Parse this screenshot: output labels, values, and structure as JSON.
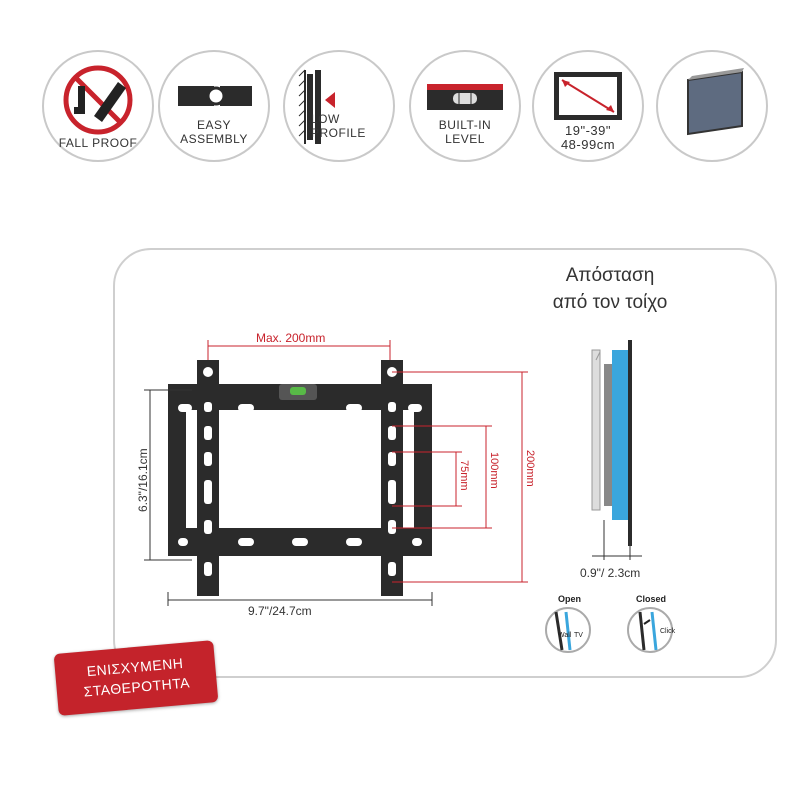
{
  "features": [
    {
      "icon": "fall-proof-icon",
      "label_lines": [
        "FALL PROOF"
      ]
    },
    {
      "icon": "easy-assembly-icon",
      "label_lines": [
        "EASY",
        "ASSEMBLY"
      ]
    },
    {
      "icon": "low-profile-icon",
      "label_lines": [
        "LOW",
        "PROFILE"
      ]
    },
    {
      "icon": "built-in-level-icon",
      "label_lines": [
        "BUILT-IN",
        "LEVEL"
      ]
    },
    {
      "icon": "screen-size-icon",
      "label_lines": [
        "19\"-39\"",
        "48-99cm"
      ]
    },
    {
      "icon": "flat-tv-icon",
      "label_lines": []
    }
  ],
  "diagram": {
    "max_width": "Max. 200mm",
    "height_dim": "6.3\"/16.1cm",
    "width_dim": "9.7\"/24.7cm",
    "vesa_75": "75mm",
    "vesa_100": "100mm",
    "vesa_200": "200mm"
  },
  "side_view": {
    "title_line1": "Απόσταση",
    "title_line2": "από τον τοίχο",
    "distance": "0.9\"/ 2.3cm",
    "open_label": "Open",
    "closed_label": "Closed",
    "wall_label": "Wall",
    "tv_label": "TV",
    "click_label": "Click"
  },
  "badge": {
    "line1": "ΕΝΙΣΧΥΜΕΝΗ",
    "line2": "ΣΤΑΘΕΡΟΤΗΤΑ"
  },
  "colors": {
    "accent_red": "#c8232c",
    "mount_black": "#2b2b2b",
    "screen_blue": "#3aa6dd",
    "level_green": "#58b947"
  }
}
